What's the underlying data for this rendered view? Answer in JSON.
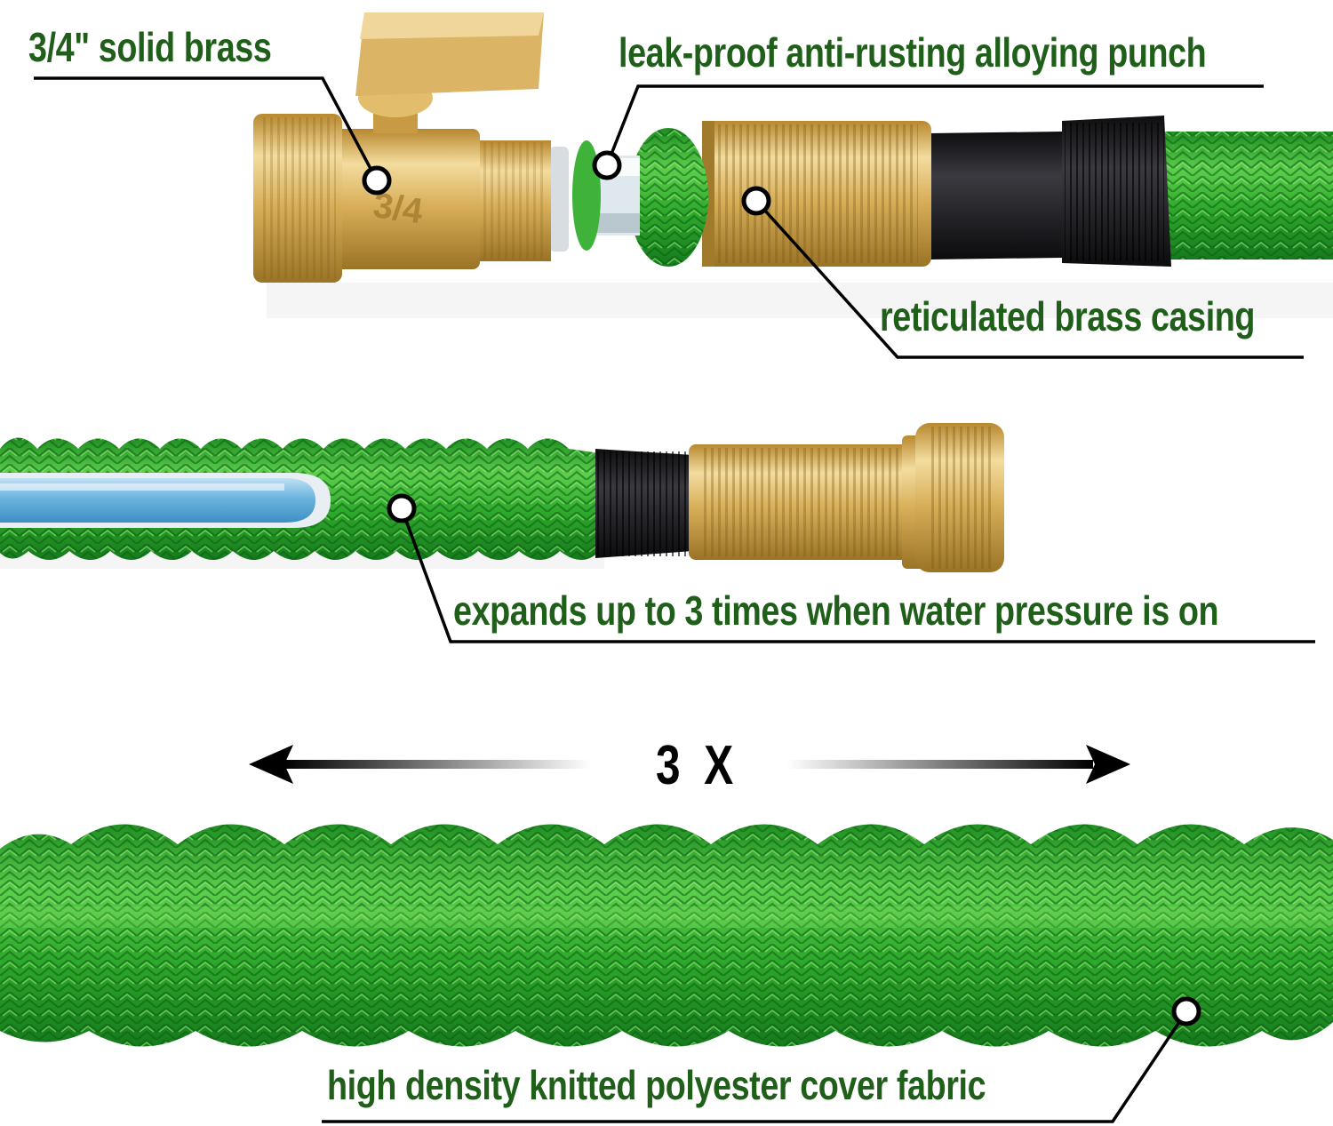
{
  "colors": {
    "label_green": "#1f5f1a",
    "hose_green": "#2faa2c",
    "hose_light": "#6fe05a",
    "hose_dark": "#157a1c",
    "brass": "#d6ad57",
    "brass_dark": "#9a7325",
    "brass_light": "#f0d89a",
    "rubber": "#1e1e22",
    "water_blue": "#6cb4df",
    "line": "#000000"
  },
  "callouts": {
    "brass_valve": "3/4\" solid brass",
    "punch": "leak-proof anti-rusting alloying punch",
    "casing": "reticulated brass casing",
    "expand": "expands up to 3 times when water pressure is on",
    "fabric": "high density knitted polyester cover fabric"
  },
  "valve_marking": "3/4",
  "expansion_label": "3 X",
  "icons": [
    "marker-dot-icon",
    "arrow-left-icon",
    "arrow-right-icon"
  ]
}
